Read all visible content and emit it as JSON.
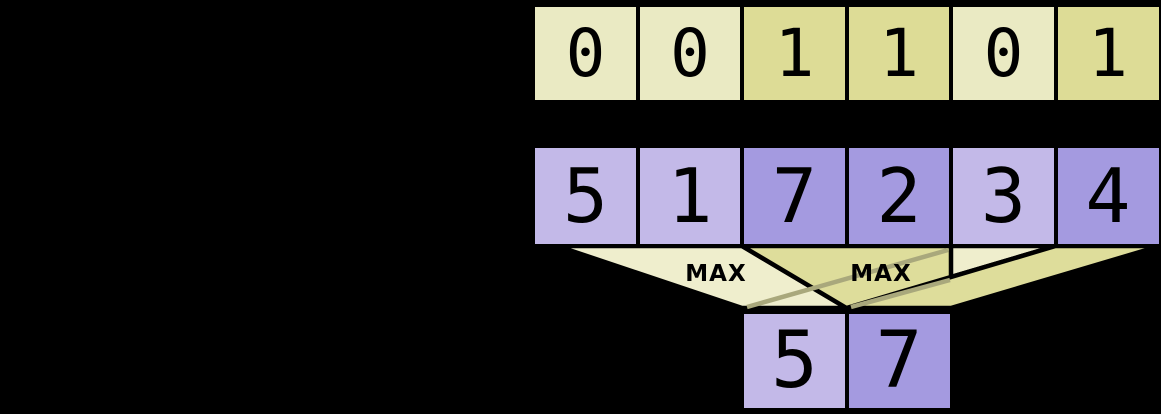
{
  "diagram": {
    "mask_row": {
      "cells": [
        {
          "value": "0",
          "tone": "light"
        },
        {
          "value": "0",
          "tone": "light"
        },
        {
          "value": "1",
          "tone": "dark"
        },
        {
          "value": "1",
          "tone": "dark"
        },
        {
          "value": "0",
          "tone": "light"
        },
        {
          "value": "1",
          "tone": "dark"
        }
      ]
    },
    "value_row": {
      "cells": [
        {
          "value": "5",
          "tone": "light"
        },
        {
          "value": "1",
          "tone": "light"
        },
        {
          "value": "7",
          "tone": "dark"
        },
        {
          "value": "2",
          "tone": "dark"
        },
        {
          "value": "3",
          "tone": "light"
        },
        {
          "value": "4",
          "tone": "dark"
        }
      ]
    },
    "operations": {
      "left_label": "MAX",
      "right_label": "MAX"
    },
    "result_row": {
      "cells": [
        {
          "value": "5",
          "tone": "light"
        },
        {
          "value": "7",
          "tone": "dark"
        }
      ]
    },
    "colors": {
      "background": "#000000",
      "border": "#000000",
      "mask_light": "#eaeac3",
      "mask_dark": "#dddc96",
      "value_light": "#c3b9e8",
      "value_dark": "#a49ae0",
      "funnel_light": "#efeecd",
      "funnel_dark": "#dedd9b",
      "overlap_line": "#a9a87c",
      "text": "#000000"
    }
  }
}
